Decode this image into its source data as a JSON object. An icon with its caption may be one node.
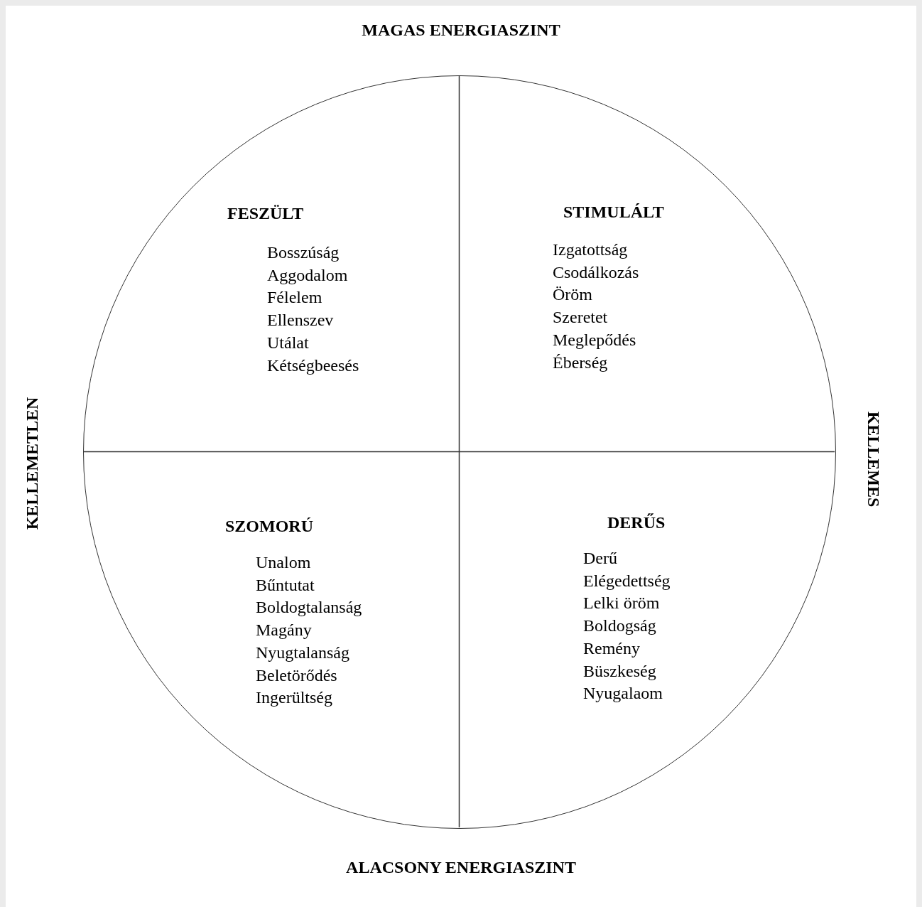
{
  "diagram": {
    "nodes": [
      {
        "text": [],
        "shape": "circle"
      },
      {
        "text": [
          "FESZÜLT",
          "Bosszúság",
          "Aggodalom",
          "Félelem",
          "Ellenszev",
          "Utálat",
          "Kétségbeesés"
        ],
        "in": 0
      },
      {
        "text": [
          "STIMULÁLT",
          "Izgatottság",
          "Csodálkozás",
          "Öröm",
          "Szeretet",
          "Meglepődés",
          "Éberség"
        ],
        "in": 0
      },
      {
        "text": [
          "SZOMORÚ",
          "Unalom",
          "Bűntutat",
          "Boldogtalanság",
          "Magány",
          "Nyugtalanság",
          "Beletörődés",
          "Ingerültség"
        ],
        "in": 0
      },
      {
        "text": [
          "DERŰS",
          "Derű",
          "Elégedettség",
          "Lelki öröm",
          "Boldogság",
          "Remény",
          "Büszkeség",
          "Nyugalaom"
        ],
        "in": 0
      }
    ],
    "labels": [
      "MAGAS ENERGIASZINT",
      "KELLEMETLEN",
      "KELLEMES",
      "ALACSONY ENERGIASZINT"
    ]
  }
}
